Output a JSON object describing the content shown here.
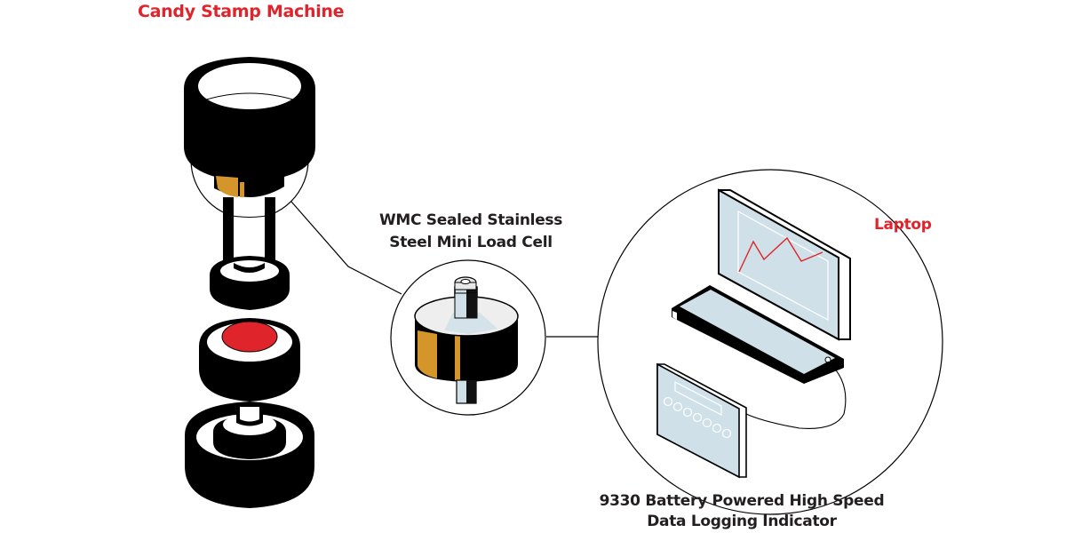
{
  "labels": {
    "machine": "Candy Stamp Machine",
    "load_cell_line1": "WMC Sealed Stainless",
    "load_cell_line2": "Steel Mini Load Cell",
    "laptop": "Laptop",
    "indicator_line1": "9330 Battery Powered High Speed",
    "indicator_line2": "Data Logging Indicator"
  },
  "colors": {
    "accent_red": "#e0242b",
    "text_dark": "#231f20",
    "gold": "#d4962a",
    "screen_blue": "#cfe0e8",
    "black": "#000000"
  }
}
